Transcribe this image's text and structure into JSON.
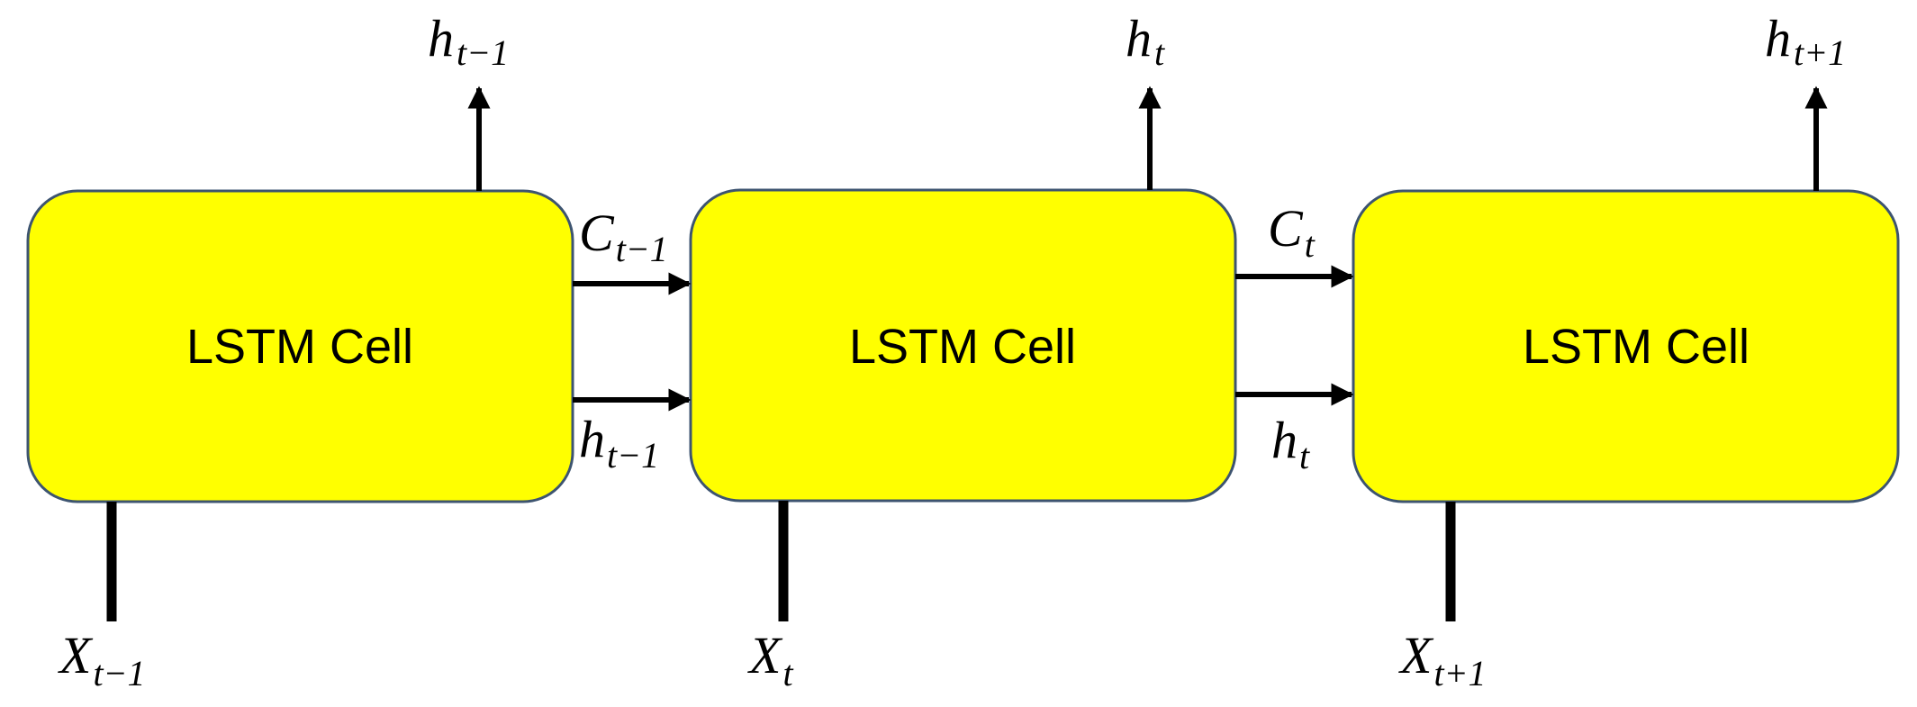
{
  "colors": {
    "cell_fill": "#ffff00",
    "cell_stroke": "#3d5470",
    "line": "#000000"
  },
  "cells": [
    {
      "label": "LSTM Cell",
      "input": {
        "base": "X",
        "sub": "t−1"
      },
      "output": {
        "base": "h",
        "sub": "t−1"
      }
    },
    {
      "label": "LSTM Cell",
      "input": {
        "base": "X",
        "sub": "t"
      },
      "output": {
        "base": "h",
        "sub": "t"
      }
    },
    {
      "label": "LSTM Cell",
      "input": {
        "base": "X",
        "sub": "t+1"
      },
      "output": {
        "base": "h",
        "sub": "t+1"
      }
    }
  ],
  "links": [
    {
      "cell_state": {
        "base": "C",
        "sub": "t−1"
      },
      "hidden_state": {
        "base": "h",
        "sub": "t−1"
      }
    },
    {
      "cell_state": {
        "base": "C",
        "sub": "t"
      },
      "hidden_state": {
        "base": "h",
        "sub": "t"
      }
    }
  ]
}
